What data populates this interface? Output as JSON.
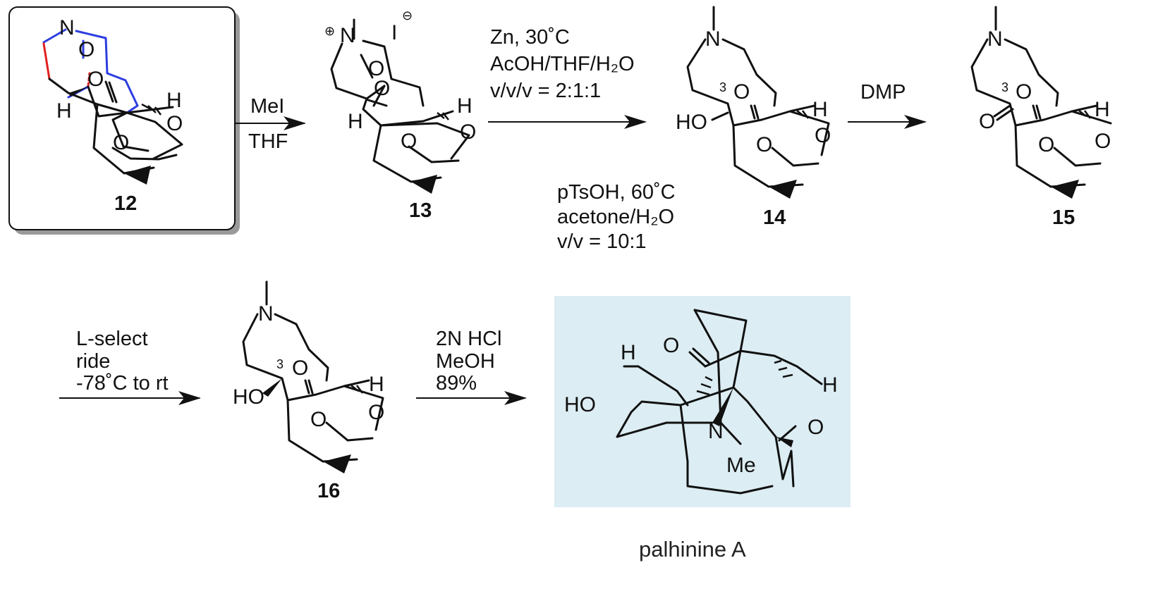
{
  "compounds": {
    "c12": {
      "label": "12"
    },
    "c13": {
      "label": "13"
    },
    "c14": {
      "label": "14"
    },
    "c15": {
      "label": "15"
    },
    "c16": {
      "label": "16"
    },
    "product": {
      "name": "palhinine A"
    }
  },
  "atoms": {
    "N": "N",
    "O": "O",
    "H": "H",
    "HO": "HO",
    "Me": "Me",
    "I": "I",
    "plus": "⊕",
    "minus": "⊖",
    "c3": "3"
  },
  "steps": {
    "s1": {
      "above": "MeI",
      "below": "THF"
    },
    "s2": {
      "above": [
        "Zn, 30˚C",
        "AcOH/THF/H₂O",
        "v/v/v = 2:1:1"
      ],
      "below": [
        "pTsOH, 60˚C",
        "acetone/H₂O",
        "v/v =  10:1"
      ]
    },
    "s3": {
      "above": "DMP"
    },
    "s4": {
      "above": [
        "L-select",
        "ride",
        "-78˚C to rt"
      ]
    },
    "s5": {
      "above": [
        "2N HCl",
        "MeOH",
        "89%"
      ]
    }
  },
  "colors": {
    "highlight_box": "#dcedf3",
    "blue_bonds": "#2d3de0",
    "red_bond": "#e02020"
  }
}
